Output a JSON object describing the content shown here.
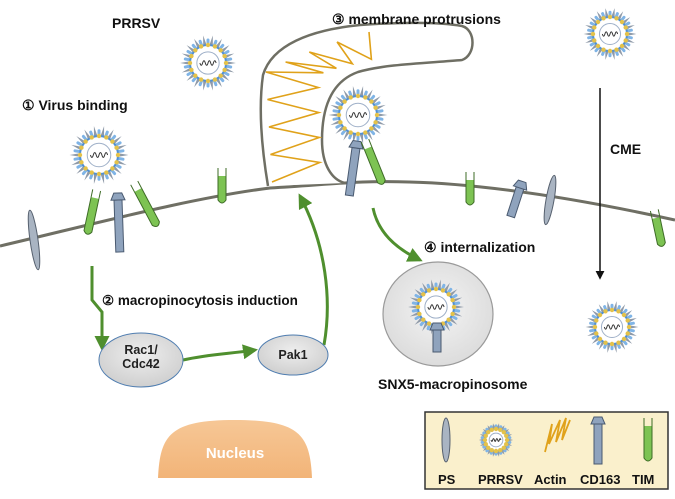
{
  "labels": {
    "prrsv_top": "PRRSV",
    "step1": "① Virus binding",
    "step2": "② macropinocytosis induction",
    "step3": "③ membrane protrusions",
    "step4": "④ internalization",
    "cme": "CME",
    "macropinosome": "SNX5-macropinosome"
  },
  "nodes": {
    "rac1": "Rac1/\nCdc42",
    "pak1": "Pak1",
    "nucleus": "Nucleus"
  },
  "legend": {
    "ps": "PS",
    "prrsv": "PRRSV",
    "actin": "Actin",
    "cd163": "CD163",
    "tim": "TIM"
  },
  "colors": {
    "membrane": "#6f6f64",
    "arrow_green": "#4f8f2e",
    "actin": "#e0a21a",
    "virus_spike": "#8f9aa8",
    "virus_bead": "#e4c24a",
    "virus_ring": "#4f8fd6",
    "receptor_cd163": "#8fa3bd",
    "receptor_tim": "#7dc353",
    "nucleus": "#f5be88",
    "legend_bg": "#faf0cc",
    "node_fill": "#d8d8d8"
  }
}
